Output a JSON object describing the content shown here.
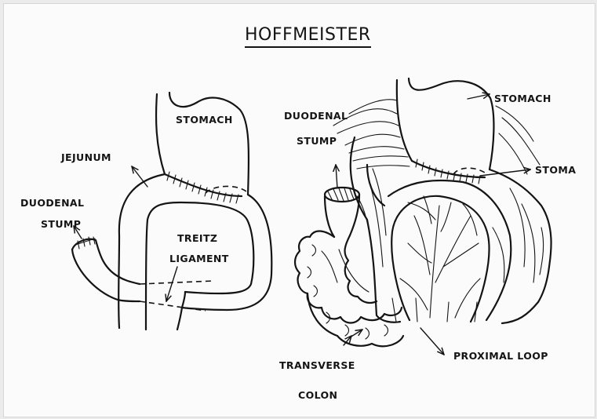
{
  "title": "HOFFMEISTER",
  "left_diagram": {
    "labels": {
      "stomach": "STOMACH",
      "jejunum": "JEJUNUM",
      "duodenal": "DUODENAL",
      "stump": "STUMP",
      "treitz": "TREITZ",
      "ligament": "LIGAMENT"
    }
  },
  "right_diagram": {
    "labels": {
      "duodenal": "DUODENAL",
      "stump": "STUMP",
      "stomach": "STOMACH",
      "stoma": "STOMA",
      "transverse": "TRANSVERSE",
      "colon": "COLON",
      "proximal_loop": "PROXIMAL LOOP"
    }
  }
}
